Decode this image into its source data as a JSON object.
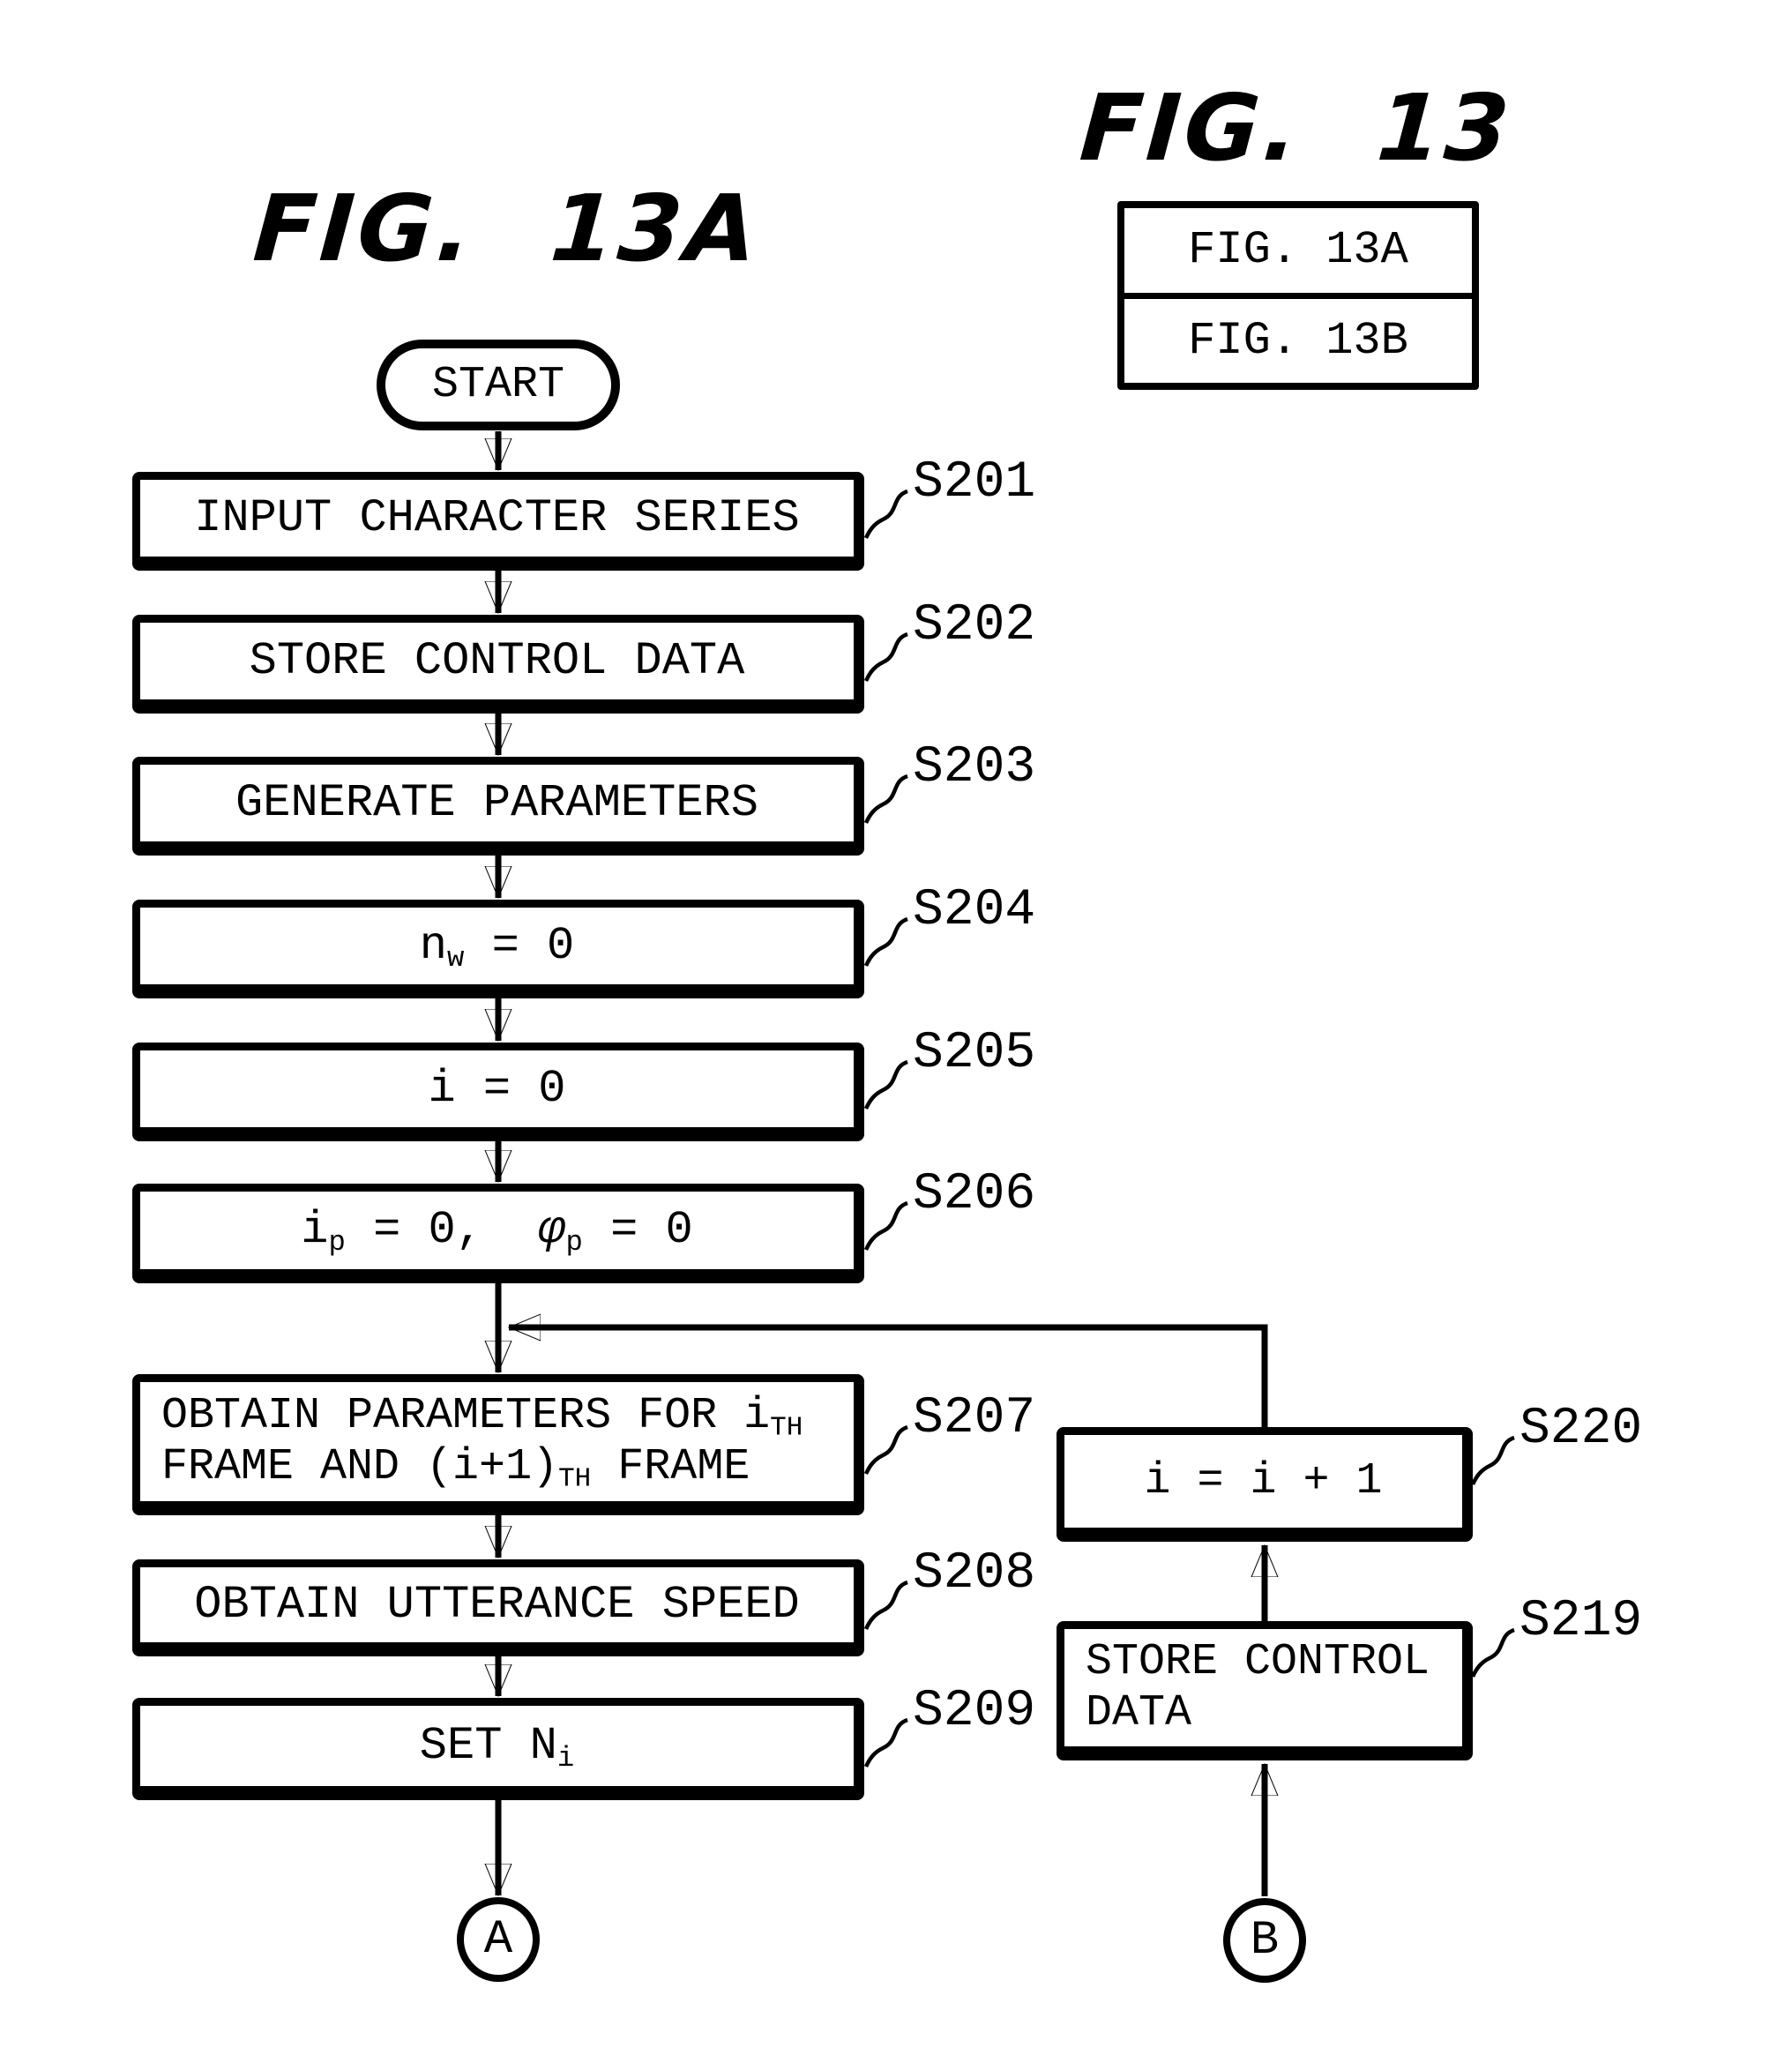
{
  "colors": {
    "ink": "#000000",
    "paper": "#ffffff"
  },
  "figure": {
    "left_title": "FIG. 13A",
    "right_title": "FIG. 13",
    "key_table": {
      "row1": "FIG. 13A",
      "row2": "FIG. 13B"
    },
    "start_label": "START",
    "connector_a": "A",
    "connector_b": "B"
  },
  "steps": {
    "s201": {
      "id": "S201",
      "text": "INPUT CHARACTER SERIES"
    },
    "s202": {
      "id": "S202",
      "text": "STORE CONTROL DATA"
    },
    "s203": {
      "id": "S203",
      "text": "GENERATE PARAMETERS"
    },
    "s204": {
      "id": "S204",
      "pre": "n",
      "sub": "w",
      "post": " = 0"
    },
    "s205": {
      "id": "S205",
      "text": "i = 0"
    },
    "s206": {
      "id": "S206",
      "seg1": "i",
      "sub1": "p",
      "seg2": " = 0,  ",
      "seg3": "φ",
      "sub2": "p",
      "seg4": " = 0"
    },
    "s207": {
      "id": "S207",
      "line1_pre": "OBTAIN PARAMETERS FOR i",
      "line1_sub": "TH",
      "line2_pre": "FRAME AND (i+1)",
      "line2_sub": "TH",
      "line2_post": " FRAME"
    },
    "s208": {
      "id": "S208",
      "text": "OBTAIN UTTERANCE SPEED"
    },
    "s209": {
      "id": "S209",
      "pre": "SET N",
      "sub": "i"
    },
    "s219": {
      "id": "S219",
      "line1": "STORE CONTROL",
      "line2": "DATA"
    },
    "s220": {
      "id": "S220",
      "text": "i = i + 1"
    }
  }
}
